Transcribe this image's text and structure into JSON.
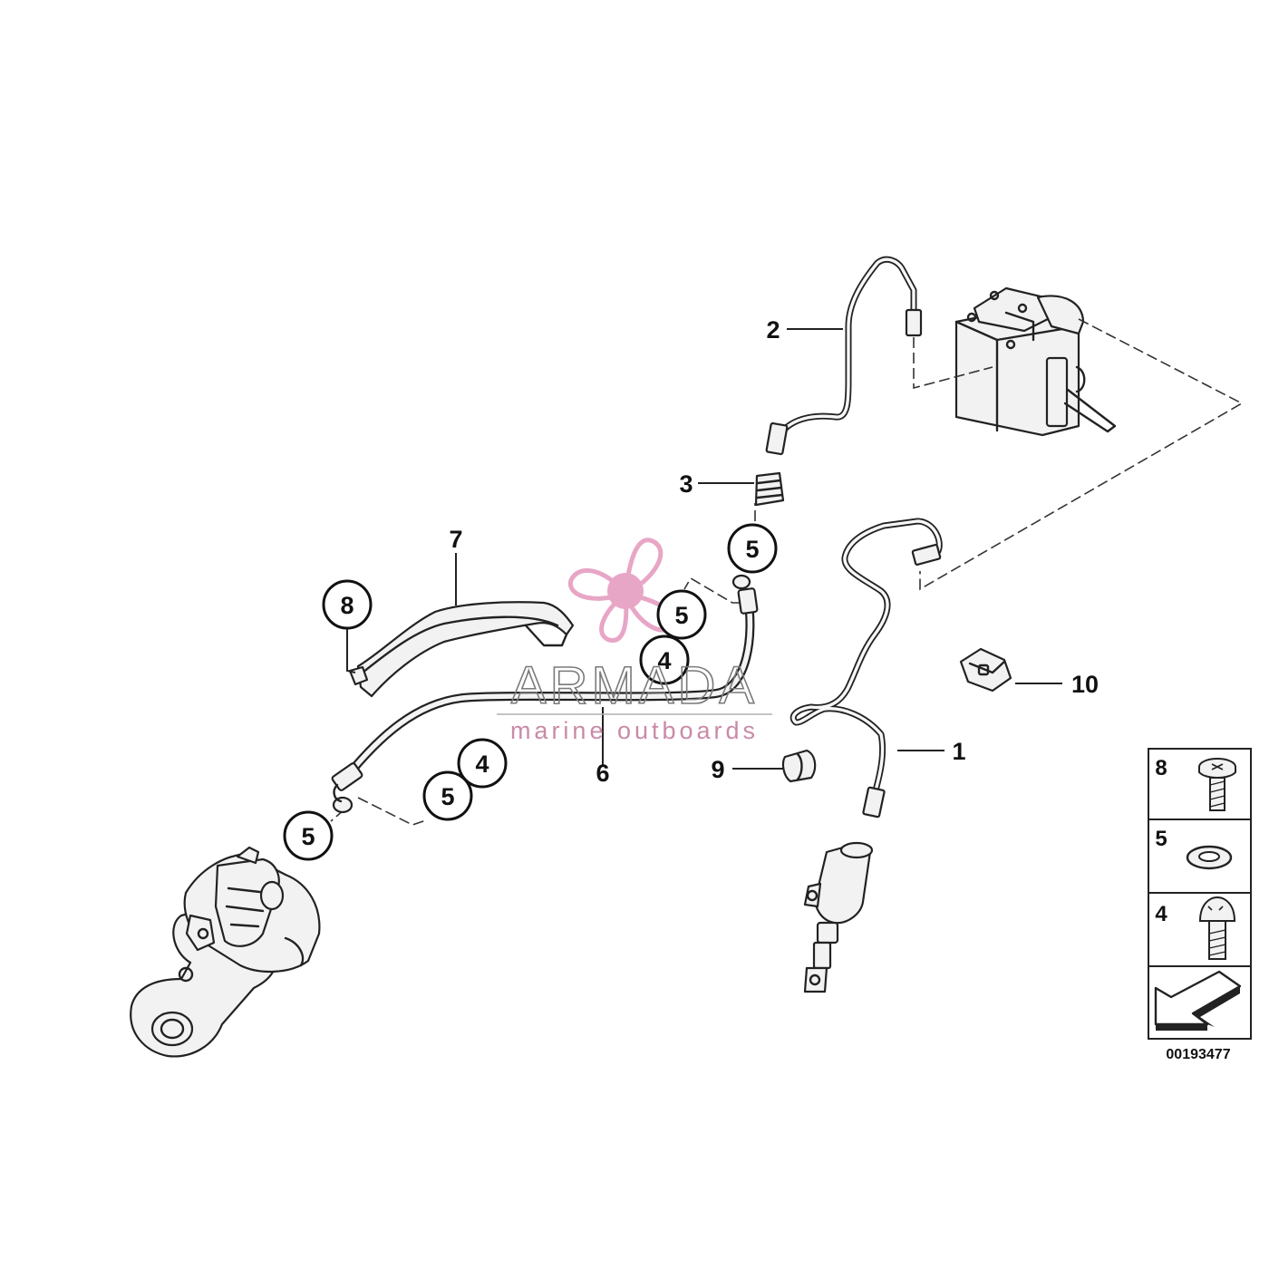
{
  "callouts": {
    "c1": "1",
    "c2": "2",
    "c3": "3",
    "c4a": "4",
    "c4b": "4",
    "c5a": "5",
    "c5b": "5",
    "c5c": "5",
    "c5d": "5",
    "c6": "6",
    "c7": "7",
    "c8": "8",
    "c9": "9",
    "c10": "10"
  },
  "legend": {
    "items": [
      {
        "number": "8",
        "icon": "screw-icon"
      },
      {
        "number": "5",
        "icon": "washer-icon"
      },
      {
        "number": "4",
        "icon": "banjo-bolt-icon"
      }
    ],
    "arrow_icon": "direction-arrow-icon"
  },
  "reference_code": "00193477",
  "watermark": {
    "brand": "ARMADA",
    "tagline": "marine outboards",
    "logo_icon": "propeller-logo-icon",
    "logo_color": "#e8a6c6",
    "tagline_color": "#c98aa8"
  }
}
